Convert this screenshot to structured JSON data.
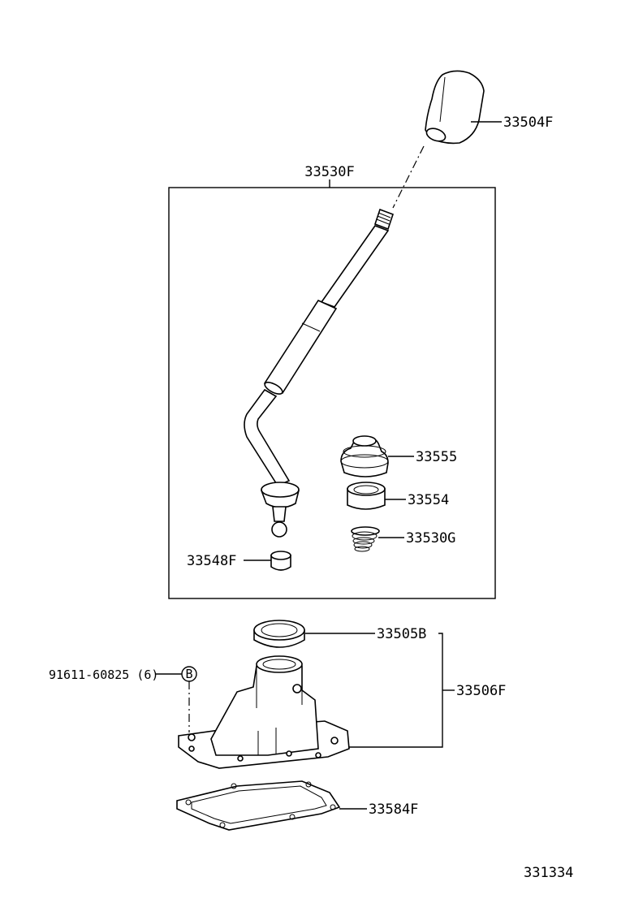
{
  "parts": {
    "knob": "33504F",
    "lever_assy": "33530F",
    "boot": "33555",
    "bushing": "33554",
    "spring": "33530G",
    "seat": "33548F",
    "retainer": "33505B",
    "housing": "33506F",
    "bolt": "91611-60825 (6)",
    "bolt_marker": "B",
    "gasket": "33584F"
  },
  "figure_number": "331334"
}
